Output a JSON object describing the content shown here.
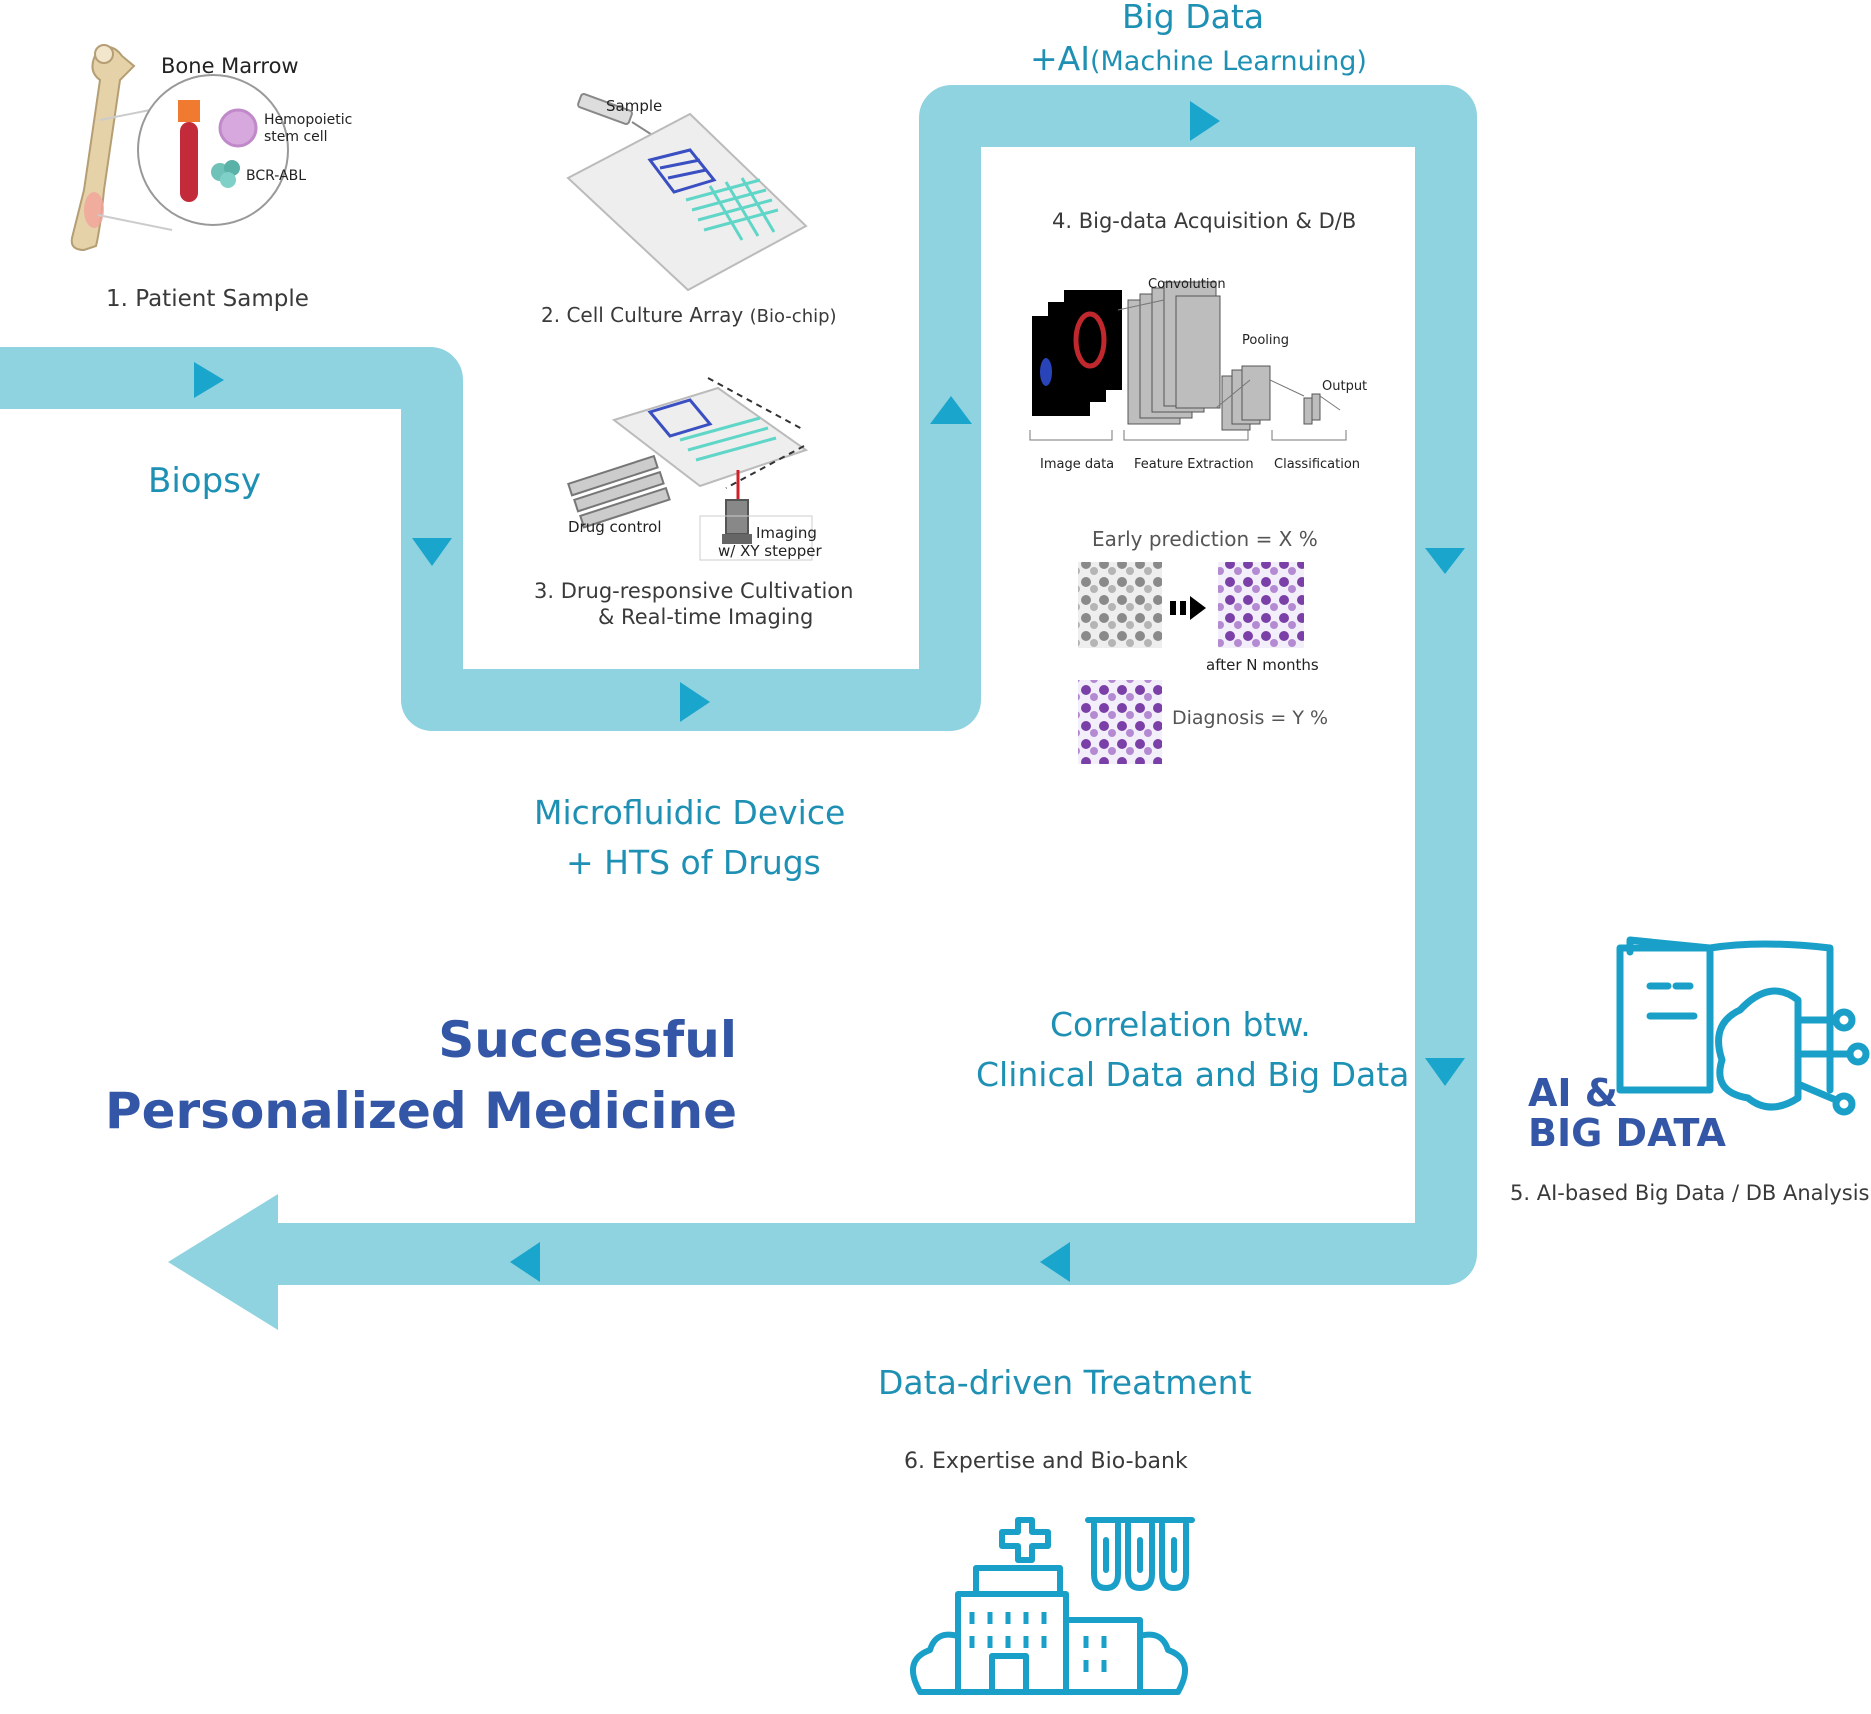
{
  "colors": {
    "path": "#8fd3e0",
    "arrow": "#1aa5cc",
    "teal_text": "#1e90b4",
    "navy_text": "#3357a6",
    "caption": "#3a3a3a"
  },
  "stage_labels": {
    "biopsy": "Biopsy",
    "microfluidic_1": "Microfluidic Device",
    "microfluidic_2": "+ HTS of Drugs",
    "bigdata_1": "Big Data",
    "bigdata_2_prefix": "+AI",
    "bigdata_2_suffix": "(Machine Learnuing)",
    "correlation_1": "Correlation btw.",
    "correlation_2": "Clinical Data and Big Data",
    "treatment": "Data-driven Treatment"
  },
  "outcome": {
    "line1": "Successful",
    "line2": "Personalized Medicine"
  },
  "steps": {
    "s1": "1. Patient Sample",
    "s2_main": "2. Cell Culture Array ",
    "s2_sub": "(Bio-chip)",
    "s3_line1": "3. Drug-responsive Cultivation",
    "s3_line2": "& Real-time Imaging",
    "s4": "4. Big-data Acquisition & D/B",
    "s5": "5. AI-based Big Data / DB Analysis",
    "s6": "6. Expertise and Bio-bank"
  },
  "sample_figure": {
    "title": "Bone Marrow",
    "cell_1": "Hemopoietic",
    "cell_2": "stem cell",
    "marker": "BCR-ABL"
  },
  "chip_figure": {
    "sample": "Sample"
  },
  "imaging_figure": {
    "drug": "Drug control",
    "imaging_1": "Imaging",
    "imaging_2": "w/ XY stepper"
  },
  "cnn_figure": {
    "convolution": "Convolution",
    "pooling": "Pooling",
    "output": "Output",
    "image_data": "Image data",
    "feature_extraction": "Feature Extraction",
    "classification": "Classification"
  },
  "prediction": {
    "early": "Early prediction = X %",
    "after": "after N months",
    "diagnosis": "Diagnosis = Y %"
  },
  "ai_logo": {
    "line1": "AI &",
    "line2": "BIG DATA"
  },
  "icons": [
    "bone-icon",
    "blood-tube-icon",
    "stem-cell-icon",
    "syringe-icon",
    "microfluidic-chip-icon",
    "camera-icon",
    "cnn-network-icon",
    "cell-image-icon",
    "ai-brain-book-icon",
    "hospital-icon",
    "test-tubes-icon"
  ]
}
